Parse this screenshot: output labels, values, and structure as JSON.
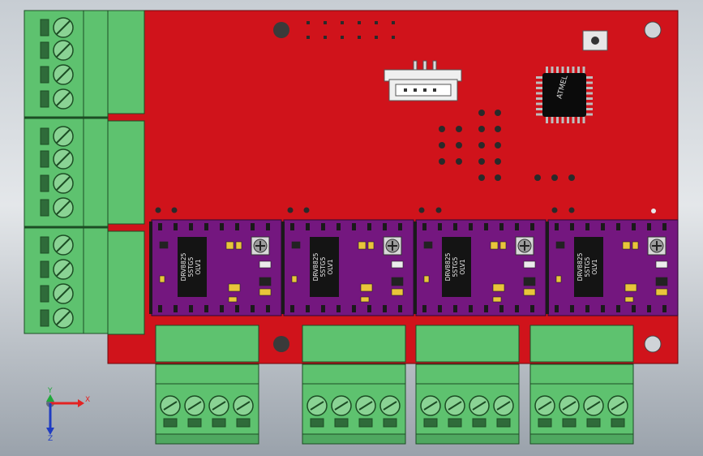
{
  "scene": {
    "board_color": "#d0131b",
    "driver_color": "#74177f",
    "terminal_color": "#5ec26f",
    "driver_chip_text": [
      "DRV8825",
      "5STG5",
      "OLV1"
    ],
    "mcu_marking": "ATMEL",
    "driver_count": 4,
    "left_terminal_blocks": 3,
    "bottom_terminal_blocks": 4
  },
  "axis_triad": {
    "x_label": "X",
    "y_label": "Y",
    "z_label": "Z",
    "x_color": "#e32222",
    "y_color": "#1fa83a",
    "z_color": "#1f3cc2"
  }
}
